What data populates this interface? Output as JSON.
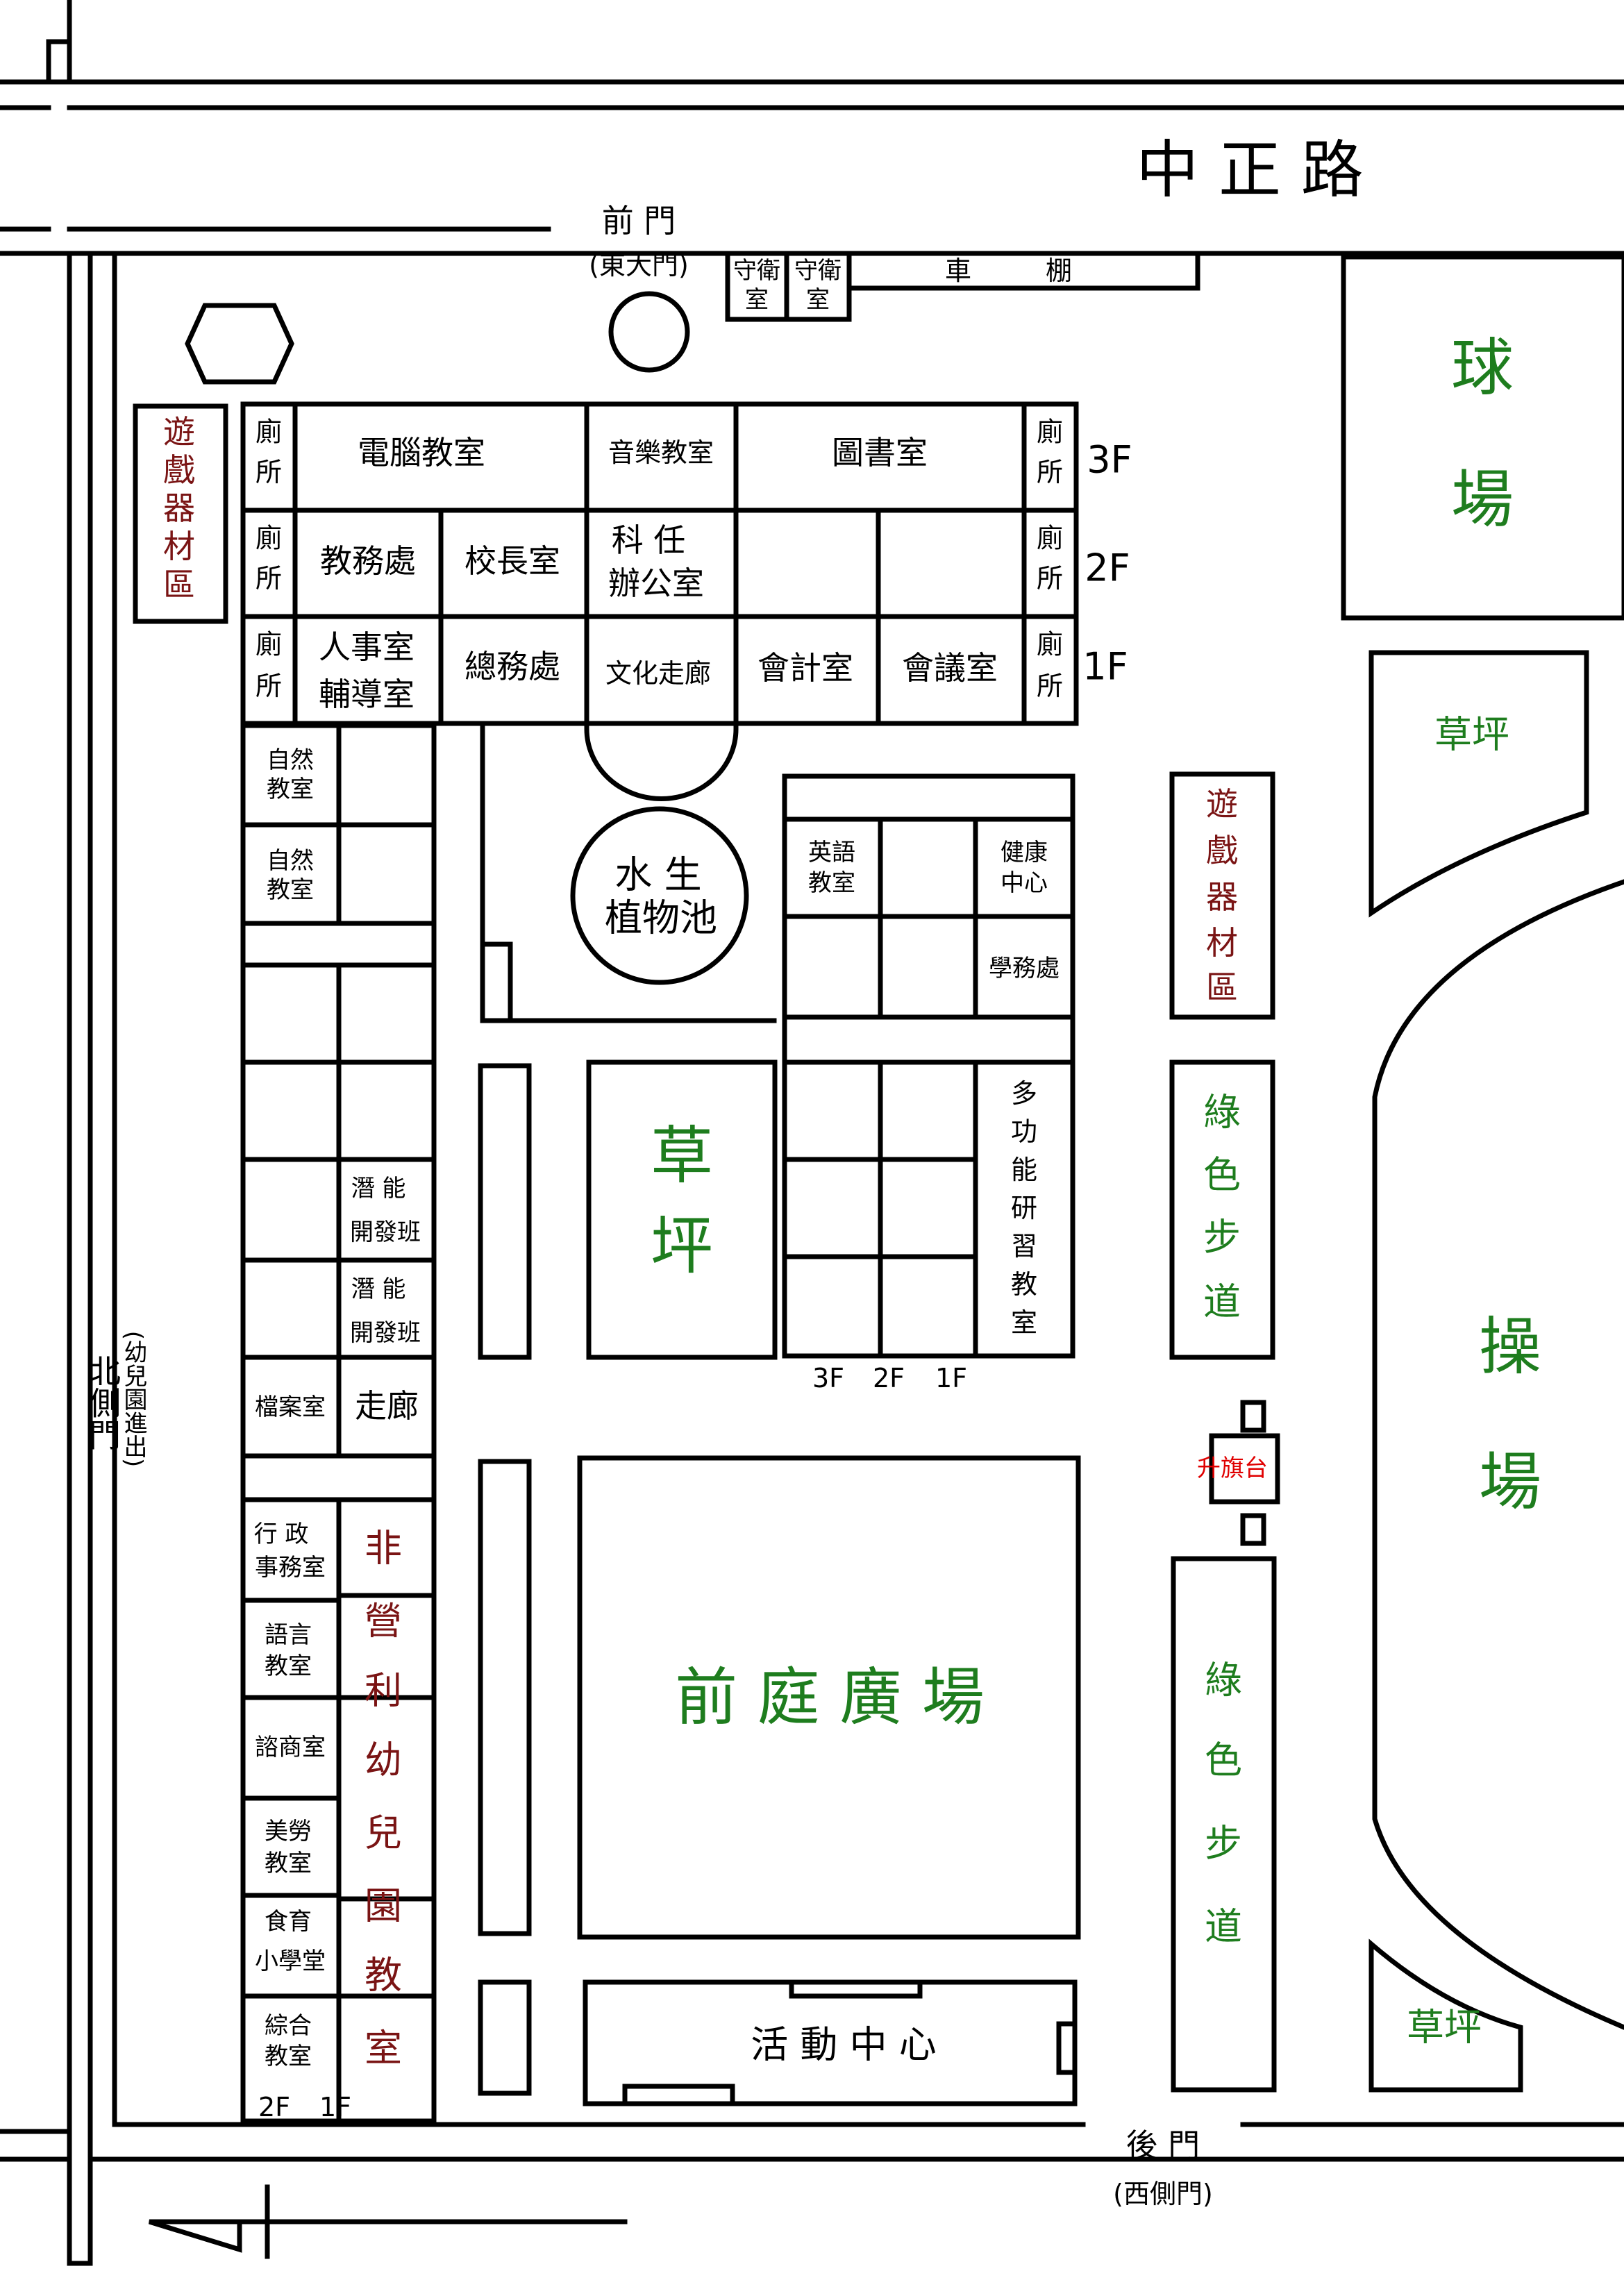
{
  "colors": {
    "line": "#000000",
    "green": "#1e7d1e",
    "maroon": "#7a1414",
    "red": "#e00000"
  },
  "road_name": "中 正 路",
  "front_gate": {
    "label": "前 門",
    "sub": "(東大門)"
  },
  "back_gate": {
    "label": "後 門",
    "sub": "(西側門)"
  },
  "north_gate": {
    "label": "北側門",
    "sub": "(幼兒園進出)"
  },
  "guard_room": {
    "line1": "守衛",
    "line2": "室"
  },
  "carport": {
    "a": "車",
    "b": "棚"
  },
  "ball_court": {
    "line1": "球",
    "line2": "場"
  },
  "playground": {
    "line1": "操",
    "line2": "場"
  },
  "lawn": {
    "label": "草坪",
    "center_line1": "草",
    "center_line2": "坪"
  },
  "play_equipment": [
    "遊",
    "戲",
    "器",
    "材",
    "區"
  ],
  "green_path": [
    "綠",
    "色",
    "步",
    "道"
  ],
  "restroom": {
    "line1": "廁",
    "line2": "所"
  },
  "floors": {
    "f3": "3F",
    "f2": "2F",
    "f1": "1F"
  },
  "main_building": {
    "computer_room": "電腦教室",
    "music_room": "音樂教室",
    "library": "圖書室",
    "academic_affairs": "教務處",
    "principal": "校長室",
    "subject_teacher_line1": "科 任",
    "subject_teacher_line2": "辦公室",
    "personnel": "人事室",
    "counseling": "輔導室",
    "general_affairs": "總務處",
    "culture_corridor": "文化走廊",
    "accounting": "會計室",
    "meeting": "會議室"
  },
  "pond": {
    "line1": "水 生",
    "line2": "植物池"
  },
  "east_wing": {
    "english_line1": "英語",
    "english_line2": "教室",
    "health_line1": "健康",
    "health_line2": "中心",
    "student_affairs": "學務處",
    "multi_function": [
      "多",
      "功",
      "能",
      "研",
      "習",
      "教",
      "室"
    ]
  },
  "west_wing": {
    "science_line1": "自然",
    "science_line2": "教室",
    "gifted_line1": "潛 能",
    "gifted_line2": "開發班",
    "archive": "檔案室",
    "corridor": "走廊",
    "admin_line1": "行 政",
    "admin_line2": "事務室",
    "language_line1": "語言",
    "language_line2": "教室",
    "consult": "諮商室",
    "arts_line1": "美勞",
    "arts_line2": "教室",
    "cooking_line1": "食育",
    "cooking_line2": "小學堂",
    "general_line1": "綜合",
    "general_line2": "教室",
    "kindergarten": [
      "非",
      "營",
      "利",
      "幼",
      "兒",
      "園",
      "教",
      "室"
    ]
  },
  "flag_platform": "升旗台",
  "plaza": "前 庭 廣 場",
  "activity_center": "活 動 中 心"
}
